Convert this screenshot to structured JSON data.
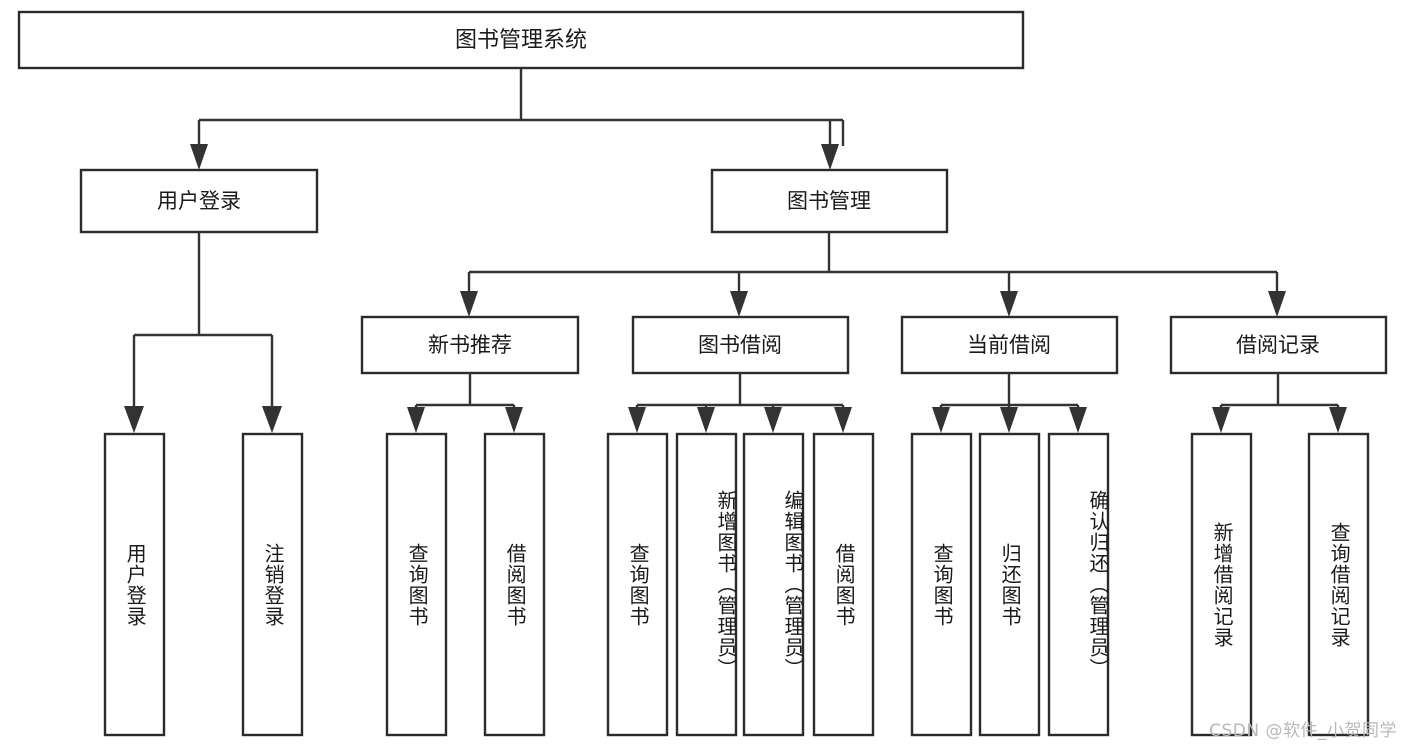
{
  "diagram": {
    "type": "hierarchy-tree",
    "title": "图书管理系统",
    "root": {
      "id": "root",
      "label": "图书管理系统"
    },
    "level2": [
      {
        "id": "user-login",
        "label": "用户登录"
      },
      {
        "id": "book-manage",
        "label": "图书管理"
      }
    ],
    "level3": [
      {
        "id": "new-book-recommend",
        "label": "新书推荐",
        "parent": "book-manage"
      },
      {
        "id": "book-borrow",
        "label": "图书借阅",
        "parent": "book-manage"
      },
      {
        "id": "current-borrow",
        "label": "当前借阅",
        "parent": "book-manage"
      },
      {
        "id": "borrow-record",
        "label": "借阅记录",
        "parent": "book-manage"
      }
    ],
    "leaves": [
      {
        "id": "leaf-user-login",
        "label": "用户登录",
        "parent": "user-login"
      },
      {
        "id": "leaf-user-logout",
        "label": "注销登录",
        "parent": "user-login"
      },
      {
        "id": "leaf-query-book-1",
        "label": "查询图书",
        "parent": "new-book-recommend"
      },
      {
        "id": "leaf-borrow-book-1",
        "label": "借阅图书",
        "parent": "new-book-recommend"
      },
      {
        "id": "leaf-query-book-2",
        "label": "查询图书",
        "parent": "book-borrow"
      },
      {
        "id": "leaf-add-book",
        "label": "新增图书（管理员）",
        "parent": "book-borrow"
      },
      {
        "id": "leaf-edit-book",
        "label": "编辑图书（管理员）",
        "parent": "book-borrow"
      },
      {
        "id": "leaf-borrow-book-2",
        "label": "借阅图书",
        "parent": "book-borrow"
      },
      {
        "id": "leaf-query-book-3",
        "label": "查询图书",
        "parent": "current-borrow"
      },
      {
        "id": "leaf-return-book",
        "label": "归还图书",
        "parent": "current-borrow"
      },
      {
        "id": "leaf-confirm-return",
        "label": "确认归还（管理员）",
        "parent": "current-borrow"
      },
      {
        "id": "leaf-add-record",
        "label": "新增借阅记录",
        "parent": "borrow-record"
      },
      {
        "id": "leaf-query-record",
        "label": "查询借阅记录",
        "parent": "borrow-record"
      }
    ],
    "colors": {
      "background": "#ffffff",
      "box_fill": "#ffffff",
      "box_stroke": "#2b2b2b",
      "connector": "#333333",
      "text": "#1a1a1a",
      "watermark": "#b8b8b8"
    }
  },
  "watermark": {
    "text": "CSDN @软件_小贺同学"
  }
}
